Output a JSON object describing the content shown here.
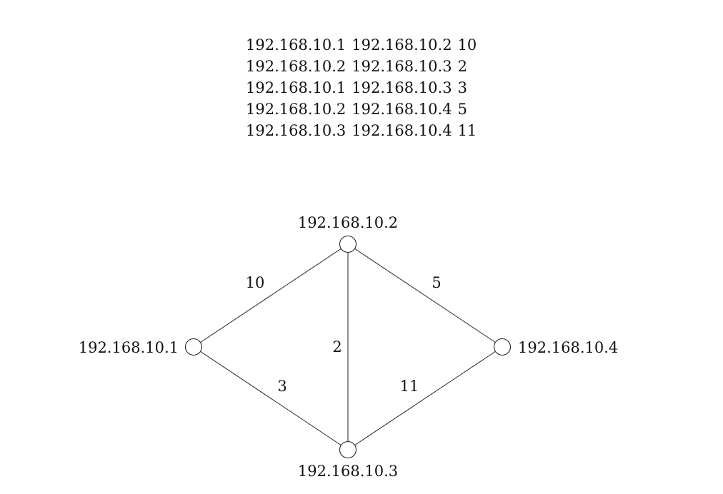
{
  "edge_list": [
    {
      "from": "192.168.10.1",
      "to": "192.168.10.2",
      "weight": "10"
    },
    {
      "from": "192.168.10.2",
      "to": "192.168.10.3",
      "weight": "2"
    },
    {
      "from": "192.168.10.1",
      "to": "192.168.10.3",
      "weight": "3"
    },
    {
      "from": "192.168.10.2",
      "to": "192.168.10.4",
      "weight": "5"
    },
    {
      "from": "192.168.10.3",
      "to": "192.168.10.4",
      "weight": "11"
    }
  ],
  "graph": {
    "nodes": [
      {
        "id": "n1",
        "label": "192.168.10.1"
      },
      {
        "id": "n2",
        "label": "192.168.10.2"
      },
      {
        "id": "n3",
        "label": "192.168.10.3"
      },
      {
        "id": "n4",
        "label": "192.168.10.4"
      }
    ],
    "edges": [
      {
        "from": "n1",
        "to": "n2",
        "weight": "10"
      },
      {
        "from": "n1",
        "to": "n3",
        "weight": "3"
      },
      {
        "from": "n2",
        "to": "n3",
        "weight": "2"
      },
      {
        "from": "n2",
        "to": "n4",
        "weight": "5"
      },
      {
        "from": "n3",
        "to": "n4",
        "weight": "11"
      }
    ]
  }
}
